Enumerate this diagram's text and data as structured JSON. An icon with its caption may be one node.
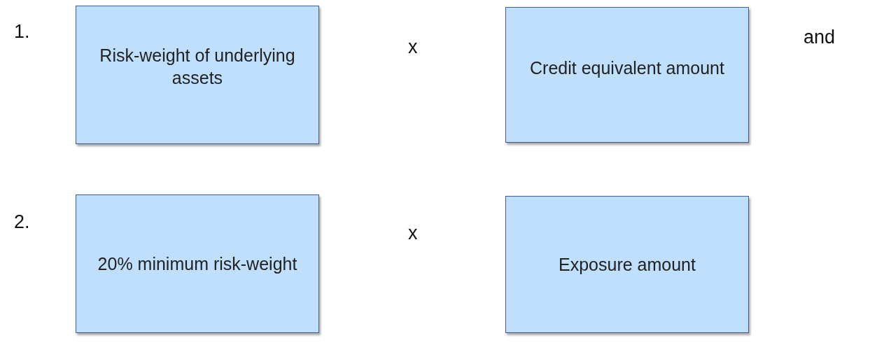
{
  "diagram": {
    "nodes": [
      {
        "text": [
          "Risk-weight of underlying assets"
        ]
      },
      {
        "text": [
          "Credit equivalent amount"
        ]
      },
      {
        "text": [
          "20% minimum risk-weight"
        ]
      },
      {
        "text": [
          "Exposure amount"
        ]
      }
    ],
    "labels": [
      "1.",
      "x",
      "and",
      "2.",
      "x"
    ]
  }
}
